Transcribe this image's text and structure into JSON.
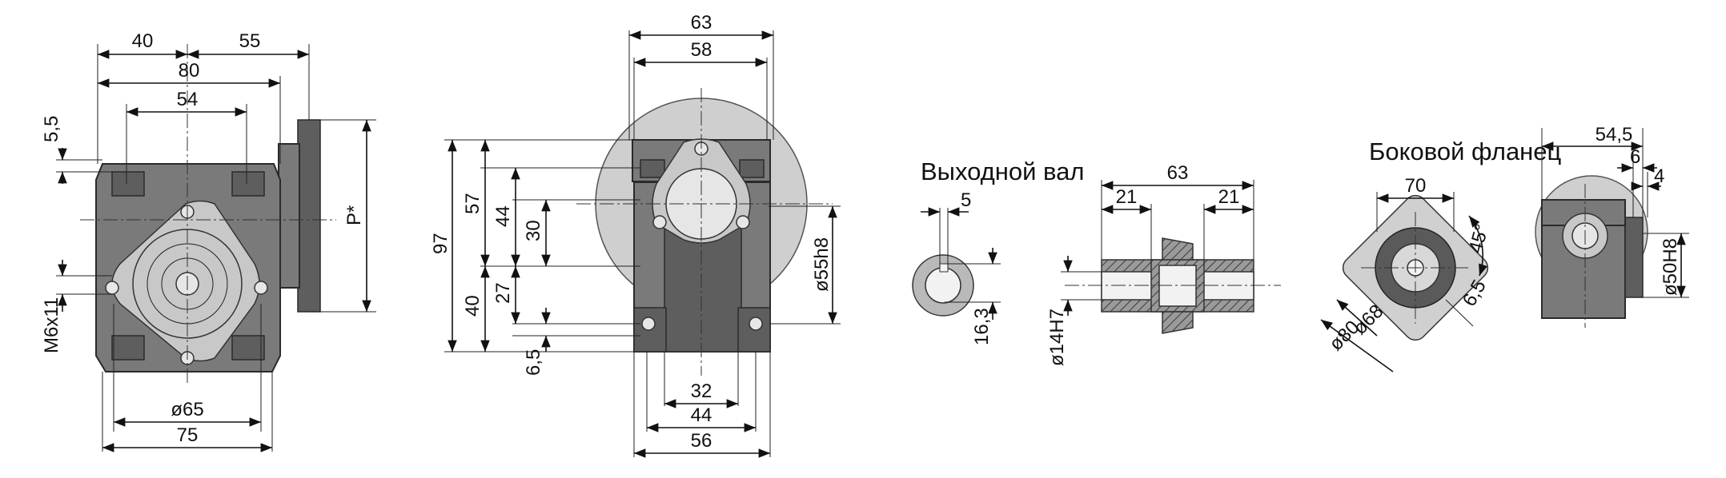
{
  "views": {
    "front": {
      "dims": {
        "d40": "40",
        "d55": "55",
        "d80": "80",
        "d54": "54",
        "d5_5": "5,5",
        "p": "P*",
        "m6x11": "M6x11",
        "d65": "ø65",
        "d75": "75"
      }
    },
    "side": {
      "dims": {
        "d63": "63",
        "d58": "58",
        "d97": "97",
        "d57": "57",
        "d44v": "44",
        "d30": "30",
        "d40": "40",
        "d27": "27",
        "d6_5": "6,5",
        "d55h8": "ø55h8",
        "d32": "32",
        "d44": "44",
        "d56": "56"
      }
    },
    "output_shaft": {
      "title": "Выходной вал",
      "dims": {
        "d5": "5",
        "d16_3": "16,3",
        "d63": "63",
        "d21a": "21",
        "d21b": "21",
        "d14h7": "ø14H7"
      }
    },
    "side_flange": {
      "title": "Боковой фланец",
      "dims": {
        "d70": "70",
        "d45": "45°",
        "d68": "ø68",
        "d80": "ø80",
        "d6_5": "6,5",
        "d54_5": "54,5",
        "d6": "6",
        "d4": "4",
        "d50h8": "ø50H8"
      }
    }
  },
  "colors": {
    "body": "#7a7a7a",
    "flange": "#c8c8c8",
    "line": "#111111"
  }
}
